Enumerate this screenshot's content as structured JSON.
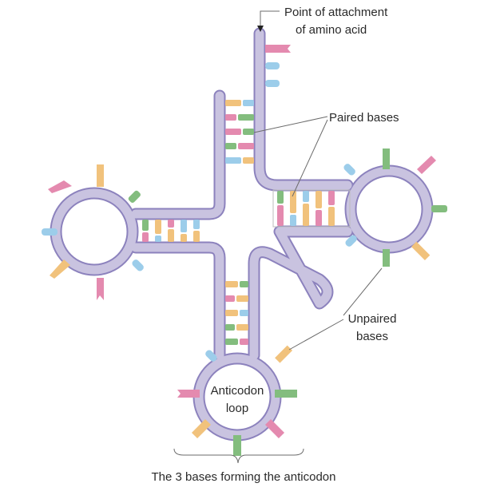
{
  "labels": {
    "attachment_line1": "Point of attachment",
    "attachment_line2": "of amino acid",
    "paired_bases": "Paired bases",
    "unpaired_line1": "Unpaired",
    "unpaired_line2": "bases",
    "anticodon_line1": "Anticodon",
    "anticodon_line2": "loop",
    "anticodon_bases": "The 3 bases forming the anticodon"
  },
  "colors": {
    "backbone": "#c9c3e0",
    "backbone_edge": "#8c82bd",
    "base_pink": "#e48aaf",
    "base_yellow": "#f1c27c",
    "base_green": "#83bd7e",
    "base_blue": "#9ccdea",
    "label_text": "#2a2a2a"
  },
  "icons": {
    "attachment_marker": "arrow-down-icon"
  }
}
